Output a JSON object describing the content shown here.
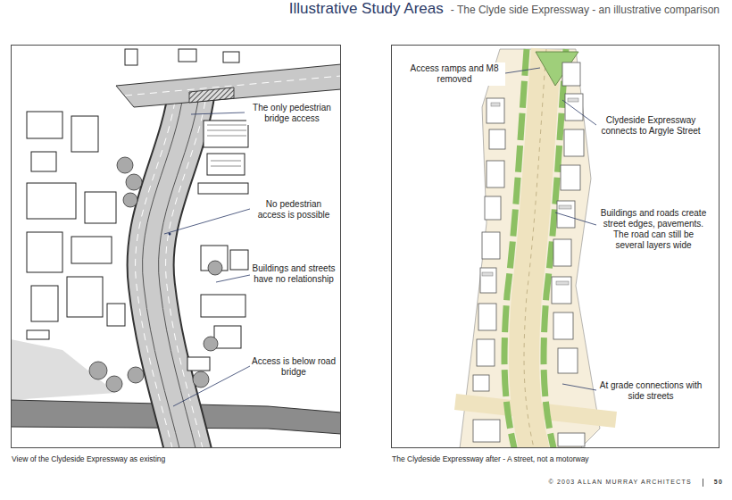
{
  "diagram": {
    "title": "Illustrative Study Areas",
    "nodes": [
      {
        "text": [
          "View of the Clydeside Expressway as existing"
        ]
      },
      {
        "text": [
          "The Clydeside Expressway after - A street, not a motorway"
        ]
      }
    ],
    "labels": [
      "- The Clyde side Expressway - an illustrative comparison",
      "The only pedestrian bridge access",
      "No pedestrian access is possible",
      "Buildings and streets have no relationship",
      "Access is below road bridge",
      "Access ramps and M8 removed",
      "Clydeside Expressway connects to Argyle Street",
      "Buildings and roads create street edges, pavements. The road can still be several layers wide",
      "At grade connections with side streets",
      "© 2003 ALLAN MURRAY ARCHITECTS",
      "50"
    ]
  }
}
